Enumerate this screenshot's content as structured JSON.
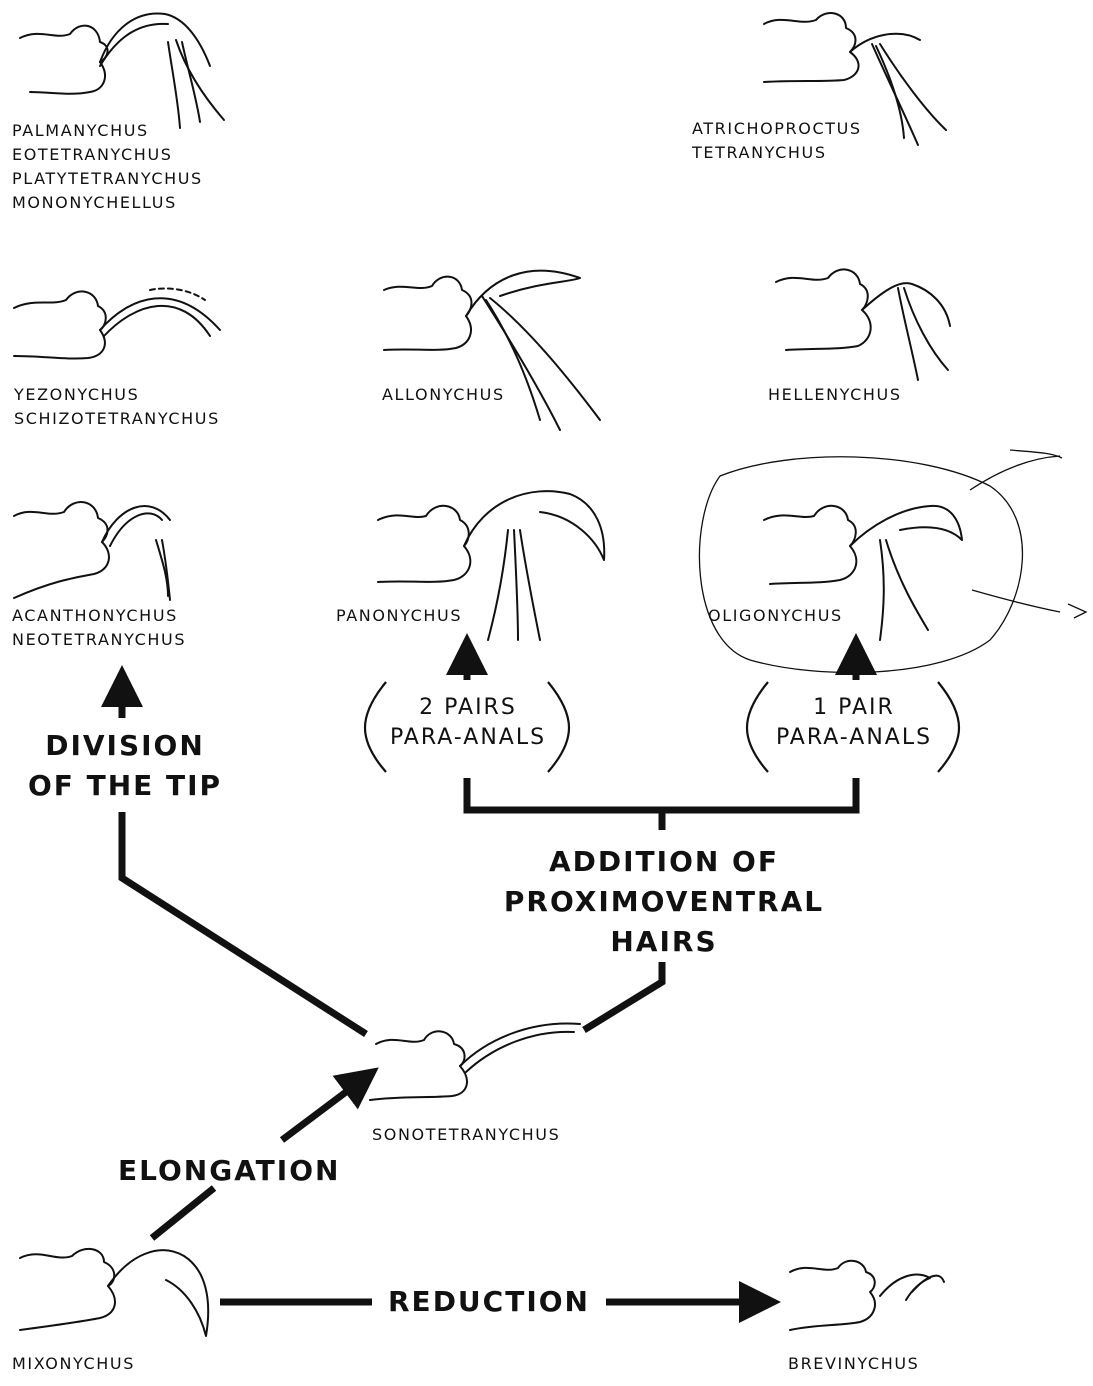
{
  "genera": {
    "g1": [
      "PALMANYCHUS",
      "EOTETRANYCHUS",
      "PLATYTETRANYCHUS",
      "MONONYCHELLUS"
    ],
    "g2": [
      "ATRICHOPROCTUS",
      "TETRANYCHUS"
    ],
    "g3": [
      "YEZONYCHUS",
      "SCHIZOTETRANYCHUS"
    ],
    "g4": [
      "ALLONYCHUS"
    ],
    "g5": [
      "HELLENYCHUS"
    ],
    "g6": [
      "ACANTHONYCHUS",
      "NEOTETRANYCHUS"
    ],
    "g7": [
      "PANONYCHUS"
    ],
    "g8": [
      "OLIGONYCHUS"
    ],
    "g9": [
      "SONOTETRANYCHUS"
    ],
    "g10": [
      "MIXONYCHUS"
    ],
    "g11": [
      "BREVINYCHUS"
    ]
  },
  "processes": {
    "division": [
      "DIVISION",
      "OF THE TIP"
    ],
    "addition": [
      "ADDITION OF",
      "PROXIMOVENTRAL",
      "HAIRS"
    ],
    "elongation": "ELONGATION",
    "reduction": "REDUCTION"
  },
  "conditions": {
    "two_pairs": [
      "2 PAIRS",
      "PARA-ANALS"
    ],
    "one_pair": [
      "1 PAIR",
      "PARA-ANALS"
    ]
  },
  "colors": {
    "ink": "#111111",
    "background": "#ffffff"
  }
}
